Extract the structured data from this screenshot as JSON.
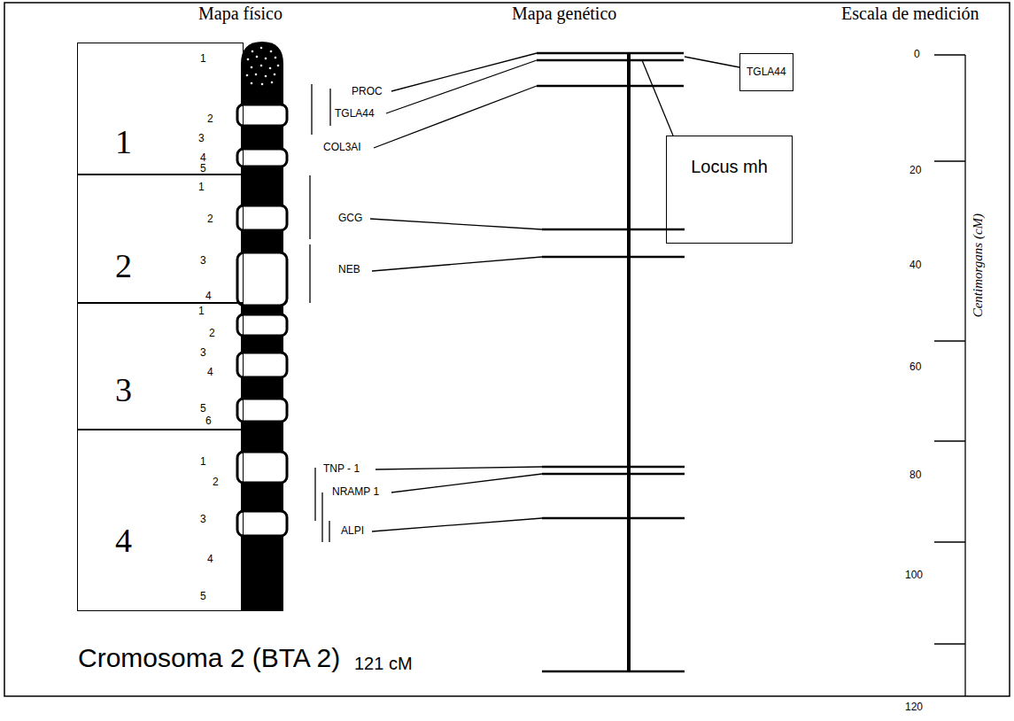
{
  "diagram": {
    "caption": "Cromosoma 2 (BTA 2)",
    "nodes": [
      {
        "text": [
          "1"
        ]
      },
      {
        "text": [
          "2"
        ]
      },
      {
        "text": [
          "3"
        ]
      },
      {
        "text": [
          "4"
        ]
      },
      {
        "text": [
          "TGLA44"
        ]
      },
      {
        "text": [
          "Locus mh"
        ]
      }
    ],
    "labels": [
      "Mapa físico",
      "Mapa genético",
      "Escala de medición",
      "1",
      "2",
      "3",
      "4",
      "5",
      "1",
      "2",
      "3",
      "4",
      "1",
      "2",
      "3",
      "4",
      "5",
      "6",
      "1",
      "2",
      "3",
      "4",
      "5",
      "PROC",
      "TGLA44",
      "COL3AI",
      "GCG",
      "NEB",
      "TNP - 1",
      "NRAMP 1",
      "ALPI",
      "0",
      "20",
      "40",
      "60",
      "80",
      "100",
      "120",
      "Centimorgans (cM)",
      "121 cM"
    ]
  }
}
